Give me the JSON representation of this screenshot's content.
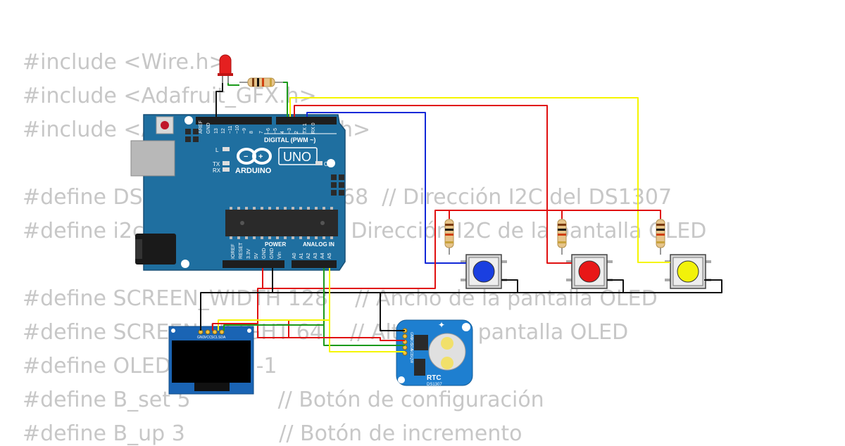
{
  "code_lines": [
    "#include <Wire.h>",
    "#include <Adafruit_GFX.h>",
    "#include <Adafruit_SSD1306.h>",
    "",
    "#define DS1307_ADDRESS 0x68  // Dirección I2C del DS1307",
    "#define i2c_Address 0x3c     // Dirección I2C de la pantalla OLED",
    "",
    "#define SCREEN_WIDTH 128    // Ancho de la pantalla OLED",
    "#define SCREEN_HEIGHT 64    // Alto de la pantalla OLED",
    "#define OLED_RESET -1",
    "#define B_set 5             // Botón de configuración",
    "#define B_up 3              // Botón de incremento"
  ],
  "arduino": {
    "model": "UNO",
    "brand": "ARDUINO",
    "digital_label": "DIGITAL (PWM ~)",
    "power_label": "POWER",
    "analog_label": "ANALOG IN",
    "on_label": "ON",
    "l_label": "L",
    "tx_label": "TX",
    "rx_label": "RX",
    "digital_pins": [
      "AREF",
      "GND",
      "13",
      "12",
      "~11",
      "~10",
      "~9",
      "8",
      "7",
      "~6",
      "~5",
      "4",
      "~3",
      "2",
      "TX 1",
      "RX 0"
    ],
    "power_pins": [
      "IOREF",
      "RESET",
      "3.3V",
      "5V",
      "GND",
      "GND",
      "Vin"
    ],
    "analog_pins": [
      "A0",
      "A1",
      "A2",
      "A3",
      "A4",
      "A5"
    ]
  },
  "oled": {
    "pins": [
      "GND",
      "VCC",
      "SCL",
      "SDA"
    ]
  },
  "rtc": {
    "label": "RTC",
    "chip": "DS1307",
    "pins": [
      "GND",
      "VCC",
      "SDA",
      "SCL",
      "SQW"
    ]
  },
  "buttons": [
    {
      "color": "#1a3fe0",
      "name": "blue"
    },
    {
      "color": "#e81717",
      "name": "red"
    },
    {
      "color": "#f2f20a",
      "name": "yellow"
    }
  ],
  "colors": {
    "board": "#1f6fa0",
    "wire_red": "#e01010",
    "wire_yellow": "#f5f500",
    "wire_green": "#1a9a1a",
    "wire_blue": "#1228d8",
    "wire_black": "#111111",
    "led": "#e52020",
    "rtc_board": "#1e7fd0"
  }
}
